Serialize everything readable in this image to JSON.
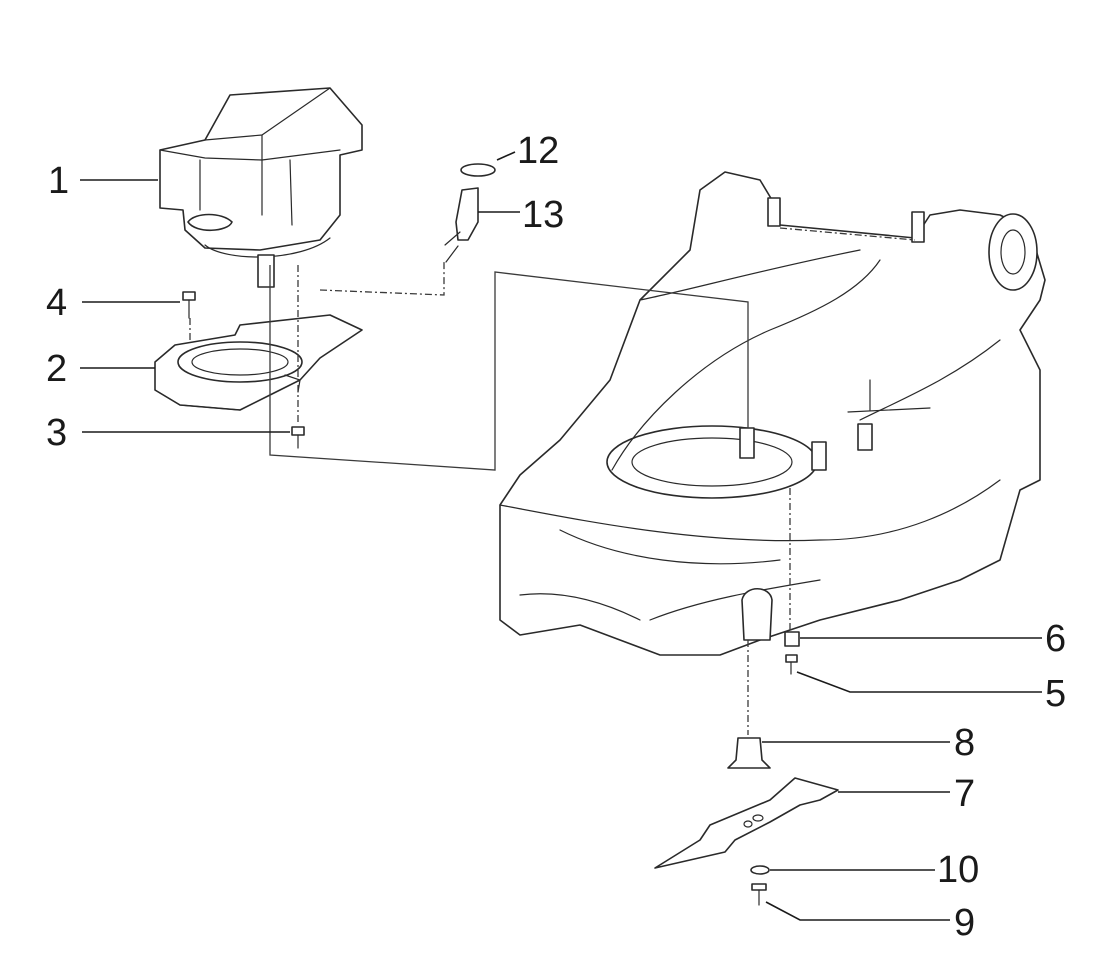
{
  "diagram": {
    "type": "exploded-parts-view",
    "callouts": {
      "c1": "1",
      "c2": "2",
      "c3": "3",
      "c4": "4",
      "c5": "5",
      "c6": "6",
      "c7": "7",
      "c8": "8",
      "c9": "9",
      "c10": "10",
      "c12": "12",
      "c13": "13"
    }
  }
}
